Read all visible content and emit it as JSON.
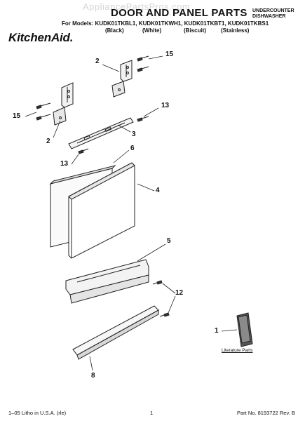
{
  "header": {
    "watermark": "AppliancePartsPros.com",
    "title": "DOOR AND PANEL PARTS",
    "category_line1": "UNDERCOUNTER",
    "category_line2": "DISHWASHER",
    "models": "For Models: KUDK01TKBL1, KUDK01TKWH1, KUDK01TKBT1, KUDK01TKBS1",
    "colors": [
      "(Black)",
      "(White)",
      "(Biscuit)",
      "(Stainless)"
    ],
    "brand": "KitchenAid."
  },
  "callouts": [
    "2",
    "15",
    "13",
    "15",
    "2",
    "3",
    "13",
    "6",
    "4",
    "5",
    "12",
    "1",
    "8"
  ],
  "literature_label": "Literature Parts",
  "footer": {
    "left": "1–05 Litho in U.S.A. (rle)",
    "center": "1",
    "right": "Part No. 8193722 Rev. B"
  }
}
